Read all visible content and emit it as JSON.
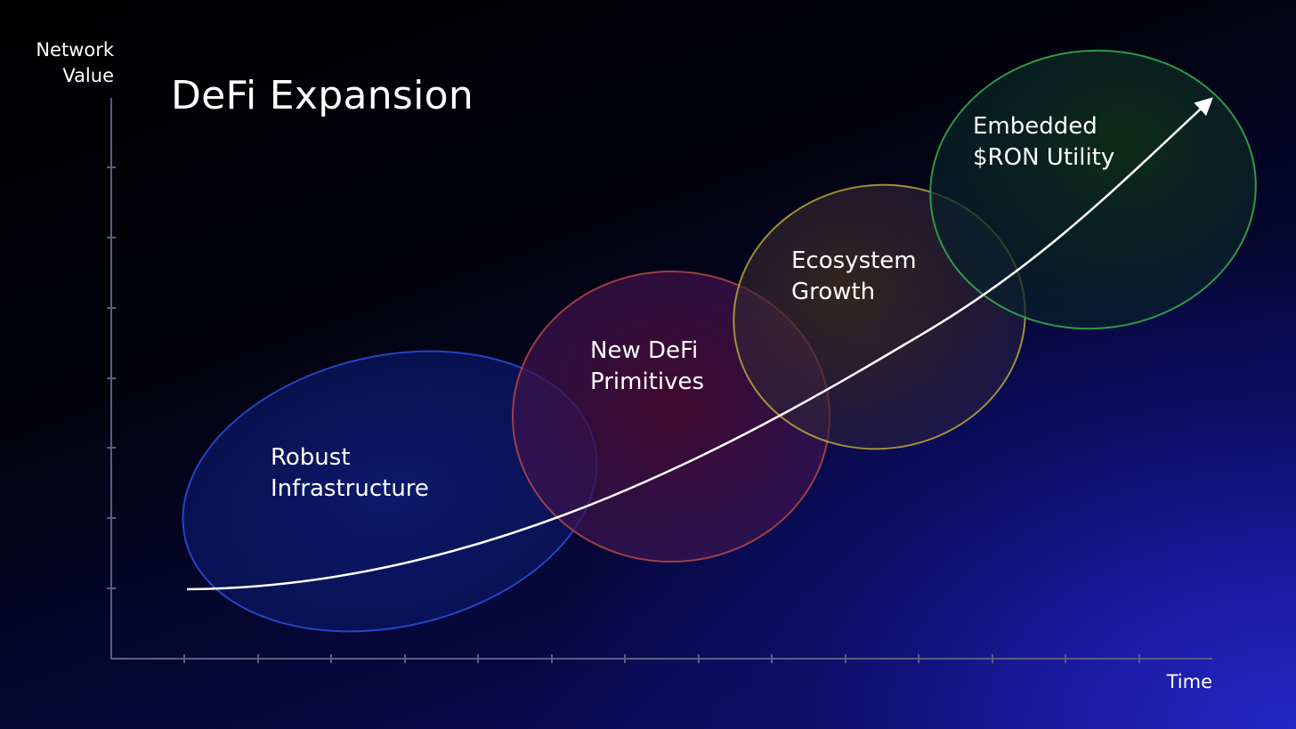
{
  "title": "DeFi Expansion",
  "axes": {
    "y_label_lines": [
      "Network",
      "Value"
    ],
    "x_label": "Time"
  },
  "stages": [
    {
      "lines": [
        "Robust",
        "Infrastructure"
      ],
      "color": "#2a4fe0",
      "fill": "#0a1a6a"
    },
    {
      "lines": [
        "New DeFi",
        "Primitives"
      ],
      "color": "#c24a4a",
      "fill": "#5a0f38"
    },
    {
      "lines": [
        "Ecosystem",
        "Growth"
      ],
      "color": "#b8a63a",
      "fill": "#4a3520"
    },
    {
      "lines": [
        "Embedded",
        "$RON Utility"
      ],
      "color": "#33a84a",
      "fill": "#0f3a1c"
    }
  ],
  "growth_curve": {
    "color": "#ffffff",
    "direction": "up-right"
  },
  "colors": {
    "axis": "#5a5e82",
    "background_dark": "#000000",
    "background_accent": "#2328c4"
  }
}
